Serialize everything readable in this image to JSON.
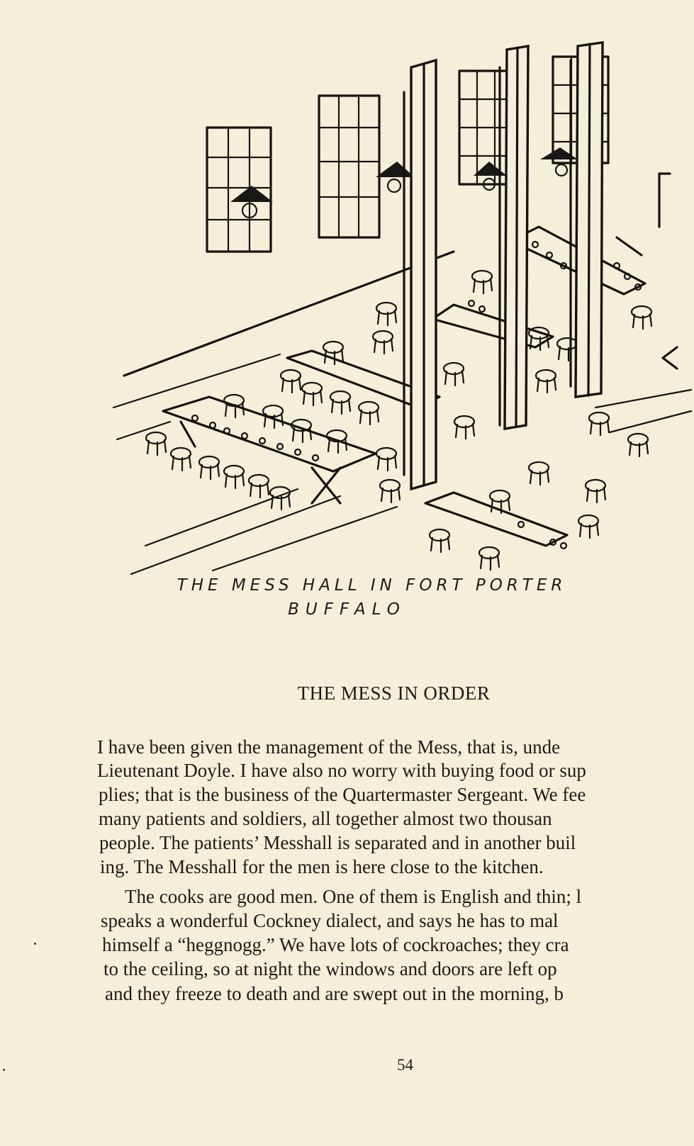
{
  "illustration": {
    "caption_line1": "THE MESS HALL  IN  FORT  PORTER",
    "caption_line2": "BUFFALO"
  },
  "section": {
    "title": "THE MESS IN ORDER"
  },
  "body_lines": [
    "I have been given the management of the Mess, that is, unde",
    "Lieutenant Doyle. I have also no worry with buying food or sup",
    "plies; that is the business of the Quartermaster Sergeant. We fee",
    "many patients and soldiers, all together almost two thousan",
    "people. The patients’ Messhall is separated and in another buil",
    "ing. The Messhall for the men is here close to the kitchen.",
    "The cooks are good men. One of them is English and thin; l",
    "speaks a wonderful Cockney dialect, and says he has to mal",
    "himself a “heggnogg.” We have lots of cockroaches; they cra",
    "to the ceiling, so at night the windows and doors are left op",
    "and they freeze to death and are swept out in the morning, b"
  ],
  "page_number": "54"
}
